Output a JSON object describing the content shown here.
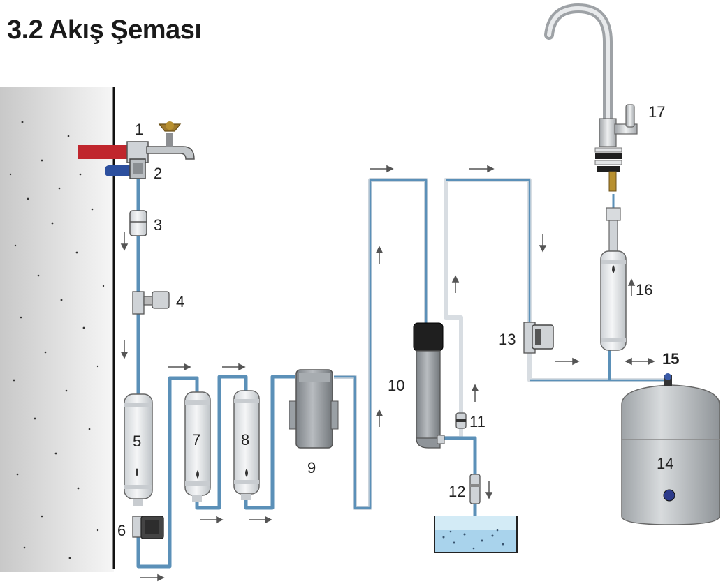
{
  "title": "3.2  Akış Şeması",
  "labels": {
    "c1": "1",
    "c2": "2",
    "c3": "3",
    "c4": "4",
    "c5": "5",
    "c6": "6",
    "c7": "7",
    "c8": "8",
    "c9": "9",
    "c10": "10",
    "c11": "11",
    "c12": "12",
    "c13": "13",
    "c14": "14",
    "c15": "15",
    "c16": "16",
    "c17": "17"
  },
  "colors": {
    "tube_blue": "#5b90b8",
    "tube_white": "#d6dde3",
    "cartridge": "#e6e9ec",
    "membrane_housing": "#9a9fa4",
    "tank": "#b9bdc0",
    "hot_red": "#c0262d",
    "cold_blue": "#2c4f9e",
    "valve_brass": "#a07a2c",
    "faucet": "#c3c7ca",
    "wall_dark": "#c6c6c6",
    "wall_light": "#f3f3f3",
    "drain_water": "#a9d3ec"
  }
}
